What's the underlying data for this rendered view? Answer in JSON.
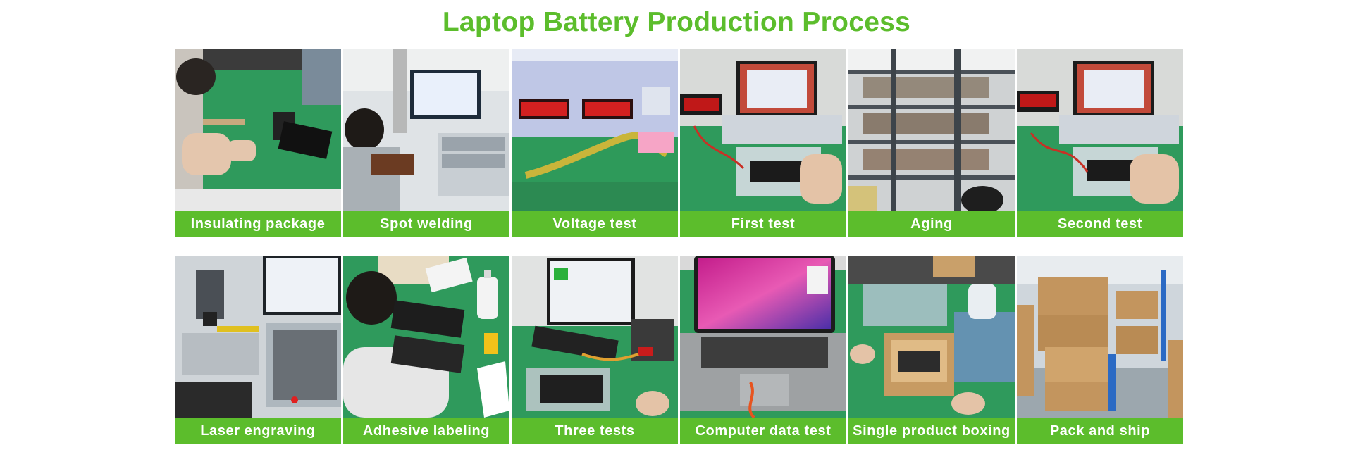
{
  "title": "Laptop Battery Production Process",
  "steps": [
    {
      "label": "Insulating package"
    },
    {
      "label": "Spot welding"
    },
    {
      "label": "Voltage test"
    },
    {
      "label": "First test"
    },
    {
      "label": "Aging"
    },
    {
      "label": "Second test"
    },
    {
      "label": "Laser engraving"
    },
    {
      "label": "Adhesive labeling"
    },
    {
      "label": "Three tests"
    },
    {
      "label": "Computer data test"
    },
    {
      "label": "Single product boxing"
    },
    {
      "label": "Pack and ship"
    }
  ],
  "colors": {
    "accent": "#5cbd2c",
    "caption_text": "#ffffff"
  }
}
